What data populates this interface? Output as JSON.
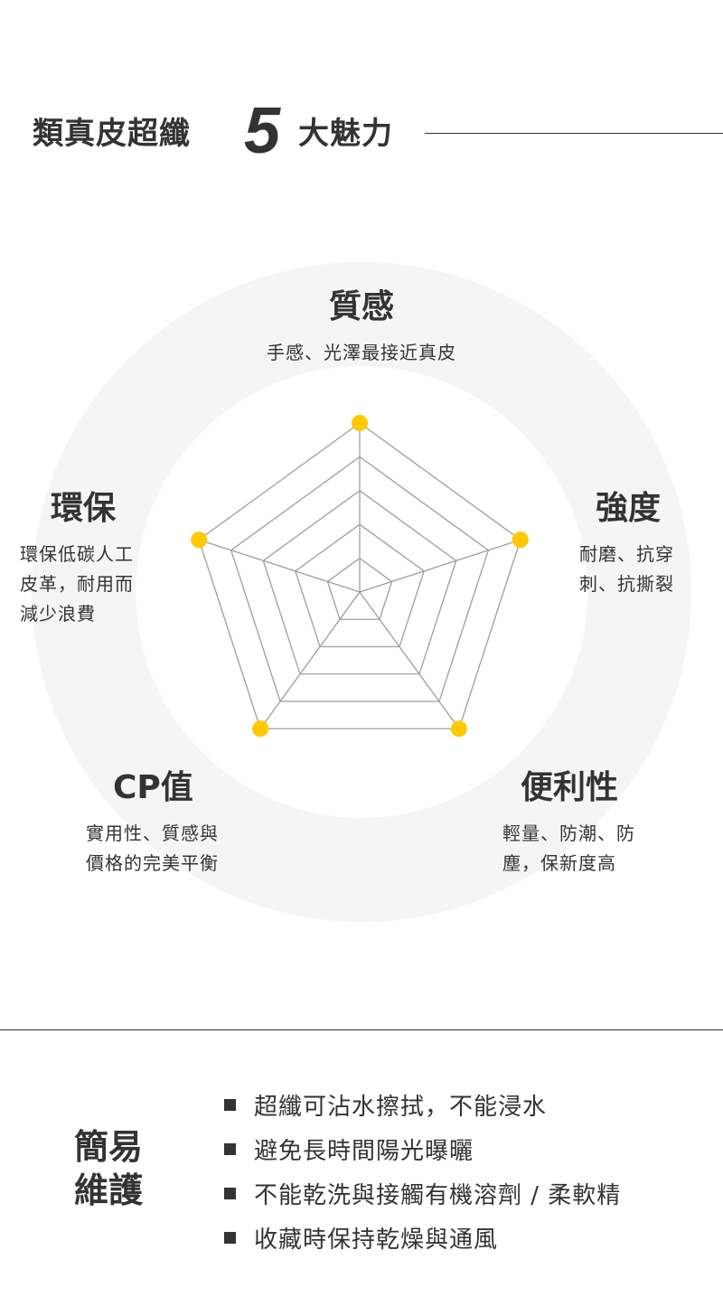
{
  "header": {
    "title_part1": "類真皮超纖",
    "number": "5",
    "title_part2": "大魅力"
  },
  "features": [
    {
      "title": "質感",
      "description": "手感、光澤最接近真皮"
    },
    {
      "title": "強度",
      "description_lines": [
        "耐磨、抗穿",
        "刺、抗撕裂"
      ]
    },
    {
      "title": "便利性",
      "description_lines": [
        "輕量、防潮、防",
        "塵，保新度高"
      ]
    },
    {
      "title": "CP值",
      "description_lines": [
        "實用性、質感與",
        "價格的完美平衡"
      ]
    },
    {
      "title": "環保",
      "description_lines": [
        "環保低碳人工",
        "皮革，耐用而",
        "減少浪費"
      ]
    }
  ],
  "colors": {
    "accent_dot": "#FFC800",
    "grid_line": "#9e9e9e",
    "ring_bg": "#f5f5f5",
    "text": "#333333"
  },
  "chart_data": {
    "type": "radar",
    "categories": [
      "質感",
      "強度",
      "便利性",
      "CP值",
      "環保"
    ],
    "values": [
      5,
      5,
      5,
      5,
      5
    ],
    "max": 5,
    "grid_levels": 5,
    "title": "類真皮超纖 5大魅力"
  },
  "care": {
    "title_lines": [
      "簡易",
      "維護"
    ],
    "items": [
      "超纖可沾水擦拭，不能浸水",
      "避免長時間陽光曝曬",
      "不能乾洗與接觸有機溶劑 / 柔軟精",
      "收藏時保持乾燥與通風"
    ]
  }
}
